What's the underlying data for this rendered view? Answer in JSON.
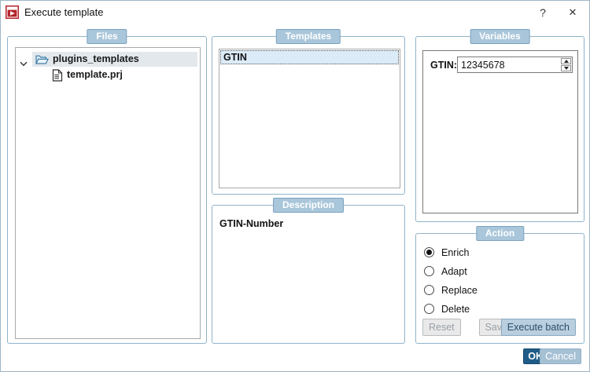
{
  "window": {
    "title": "Execute template",
    "help_glyph": "?",
    "close_glyph": "✕"
  },
  "panels": {
    "files": {
      "label": "Files",
      "tree": [
        {
          "label": "plugins_templates",
          "type": "folder",
          "expanded": true,
          "selected": true
        },
        {
          "label": "template.prj",
          "type": "file"
        }
      ]
    },
    "templates": {
      "label": "Templates",
      "items": [
        {
          "label": "GTIN",
          "selected": true
        }
      ]
    },
    "description": {
      "label": "Description",
      "text": "GTIN-Number"
    },
    "variables": {
      "label": "Variables",
      "fields": [
        {
          "label": "GTIN:",
          "value": "12345678"
        }
      ]
    },
    "action": {
      "label": "Action",
      "options": [
        {
          "label": "Enrich",
          "selected": true
        },
        {
          "label": "Adapt",
          "selected": false
        },
        {
          "label": "Replace",
          "selected": false
        },
        {
          "label": "Delete",
          "selected": false
        }
      ],
      "buttons": {
        "reset": "Reset",
        "save": "Save",
        "execute": "Execute batch"
      },
      "buttons_state": {
        "reset": "disabled",
        "save": "disabled",
        "execute": "enabled"
      }
    }
  },
  "footer": {
    "ok": "OK",
    "cancel": "Cancel"
  },
  "colors": {
    "group_border": "#8fb3ca",
    "badge_bg": "#a9c6da",
    "badge_border": "#7ba2bf",
    "badge_text": "#ffffff",
    "tree_selection_bg": "#e3e8ec",
    "list_selection_bg": "#dcebf8",
    "ok_bg": "#1f5c87",
    "cancel_bg": "#a6c0d4",
    "execute_bg": "#b9cfe0",
    "execute_text": "#2f4d66",
    "disabled_bg": "#e9e9e9",
    "disabled_text": "#9aa0a6",
    "app_icon_red": "#b5242a"
  }
}
